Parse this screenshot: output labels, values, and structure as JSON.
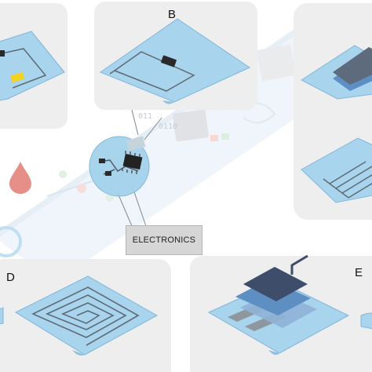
{
  "panels": {
    "b": {
      "label": "B"
    },
    "d": {
      "label": "D"
    },
    "e": {
      "label": "E"
    }
  },
  "callout": {
    "label": "ELECTRONICS"
  },
  "background_strip": {
    "binary_text_1": "011",
    "binary_text_2": "0110"
  },
  "colors": {
    "substrate": "#a9d4ee",
    "substrate_edge": "#7fb6d9",
    "panel_bg": "#eeeeee",
    "trace": "#5f6b73",
    "chip": "#2a2a2a",
    "yellow_component": "#f4d21e",
    "drop": "#e27b73",
    "electrode_dark": "#3e4d6a",
    "electrode_blue": "#5d8fc2",
    "led_red": "#f0a3a0",
    "led_green": "#b5e0b8"
  }
}
